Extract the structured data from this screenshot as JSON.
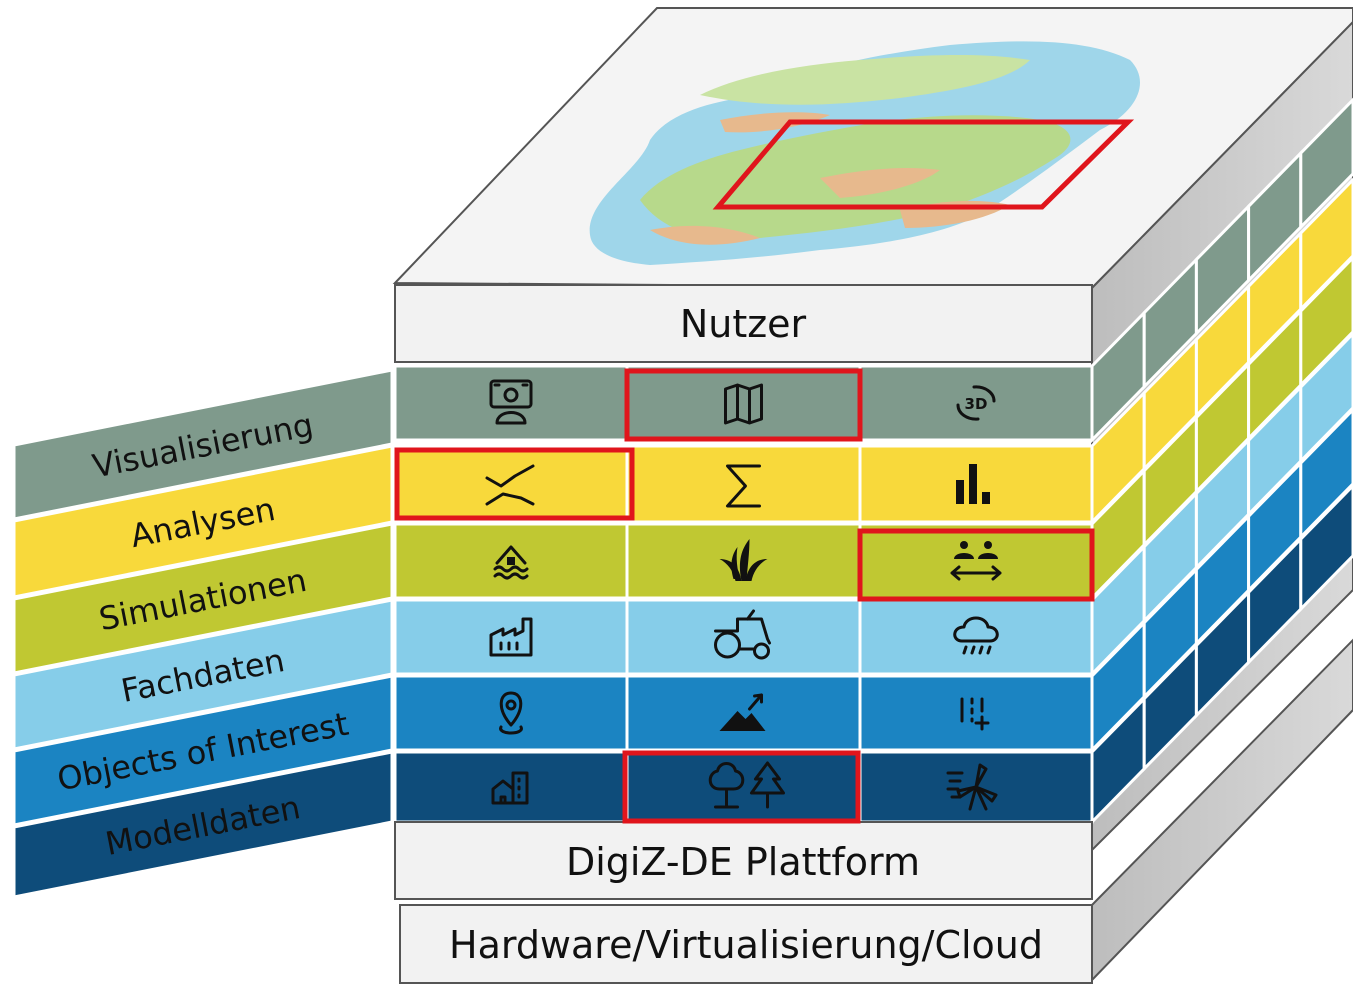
{
  "top_bar": {
    "label": "Nutzer"
  },
  "platform_bar": {
    "label": "DigiZ-DE Plattform"
  },
  "hardware_bar": {
    "label": "Hardware/Virtualisierung/Cloud"
  },
  "layers": [
    {
      "label": "Visualisierung",
      "color": "#7f9a8c",
      "icons": [
        "dashboard-person-icon",
        "map-icon",
        "rotate-3d-icon"
      ]
    },
    {
      "label": "Analysen",
      "color": "#f8d93b",
      "icons": [
        "diverging-lines-icon",
        "sum-icon",
        "bar-chart-icon"
      ]
    },
    {
      "label": "Simulationen",
      "color": "#c0c832",
      "icons": [
        "flood-house-icon",
        "plant-icon",
        "people-distance-icon"
      ]
    },
    {
      "label": "Fachdaten",
      "color": "#86cde9",
      "icons": [
        "factory-icon",
        "tractor-icon",
        "rain-cloud-icon"
      ]
    },
    {
      "label": "Objects of Interest",
      "color": "#1b84c2",
      "icons": [
        "location-pin-icon",
        "mountain-up-icon",
        "list-add-icon"
      ]
    },
    {
      "label": "Modelldaten",
      "color": "#0e4c7a",
      "icons": [
        "buildings-icon",
        "trees-icon",
        "wind-turbine-icon"
      ]
    }
  ],
  "highlights": [
    "map-icon",
    "diverging-lines-icon",
    "people-distance-icon",
    "trees-icon",
    "map-region"
  ],
  "colors": {
    "highlight": "#e0151c",
    "side_gray": "#c9c9c9",
    "top_face": "#f4f4f4"
  }
}
